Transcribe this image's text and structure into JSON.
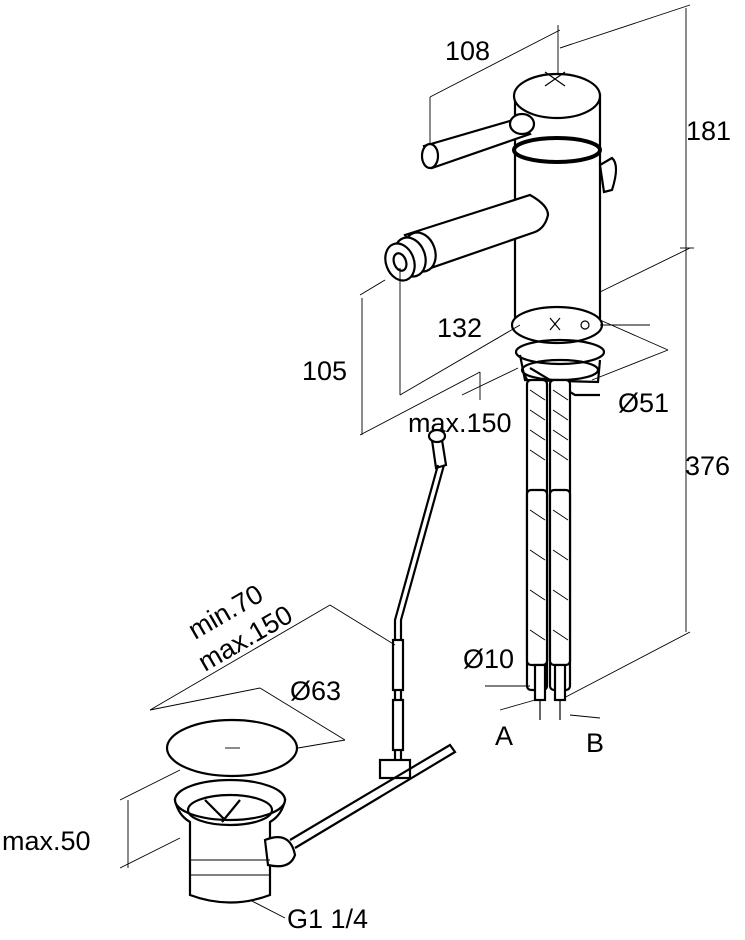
{
  "labels": {
    "width_108": "108",
    "height_181": "181",
    "depth_132": "132",
    "height_105": "105",
    "max_150_top": "max.150",
    "dia_51": "Ø51",
    "height_376": "376",
    "min_70": "min.70",
    "max_150_rod": "max.150",
    "dia_63": "Ø63",
    "dia_10": "Ø10",
    "conn_a": "A",
    "conn_b": "B",
    "max_50": "max.50",
    "thread": "G1 1/4"
  },
  "colors": {
    "line": "#000000",
    "background": "#ffffff"
  }
}
